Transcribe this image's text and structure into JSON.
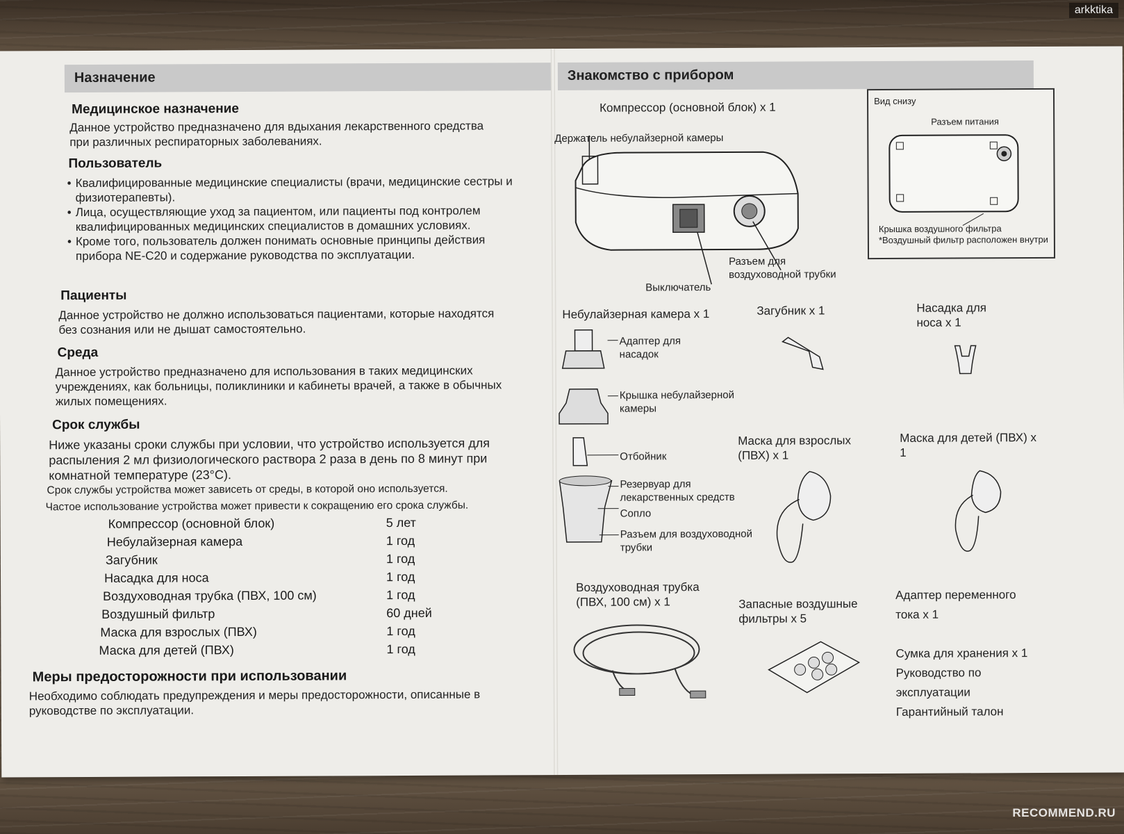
{
  "watermarks": {
    "top": "arkktika",
    "bottom": "RECOMMEND.RU"
  },
  "left": {
    "header": "Назначение",
    "medical": {
      "title": "Медицинское назначение",
      "text": "Данное устройство предназначено для вдыхания лекарственного средства при различных респираторных заболеваниях."
    },
    "user": {
      "title": "Пользователь",
      "bullets": [
        "Квалифицированные медицинские специалисты (врачи, медицинские сестры и физиотерапевты).",
        "Лица, осуществляющие уход за пациентом, или пациенты под контролем квалифицированных медицинских специалистов в домашних условиях.",
        "Кроме того, пользователь должен понимать основные принципы действия прибора NE-C20 и содержание руководства по эксплуатации."
      ]
    },
    "patients": {
      "title": "Пациенты",
      "text": "Данное устройство не должно использоваться пациентами, которые находятся без сознания или не дышат самостоятельно."
    },
    "env": {
      "title": "Среда",
      "text": "Данное устройство предназначено для использования в таких медицинских учреждениях, как больницы, поликлиники и кабинеты врачей, а также в обычных жилых помещениях."
    },
    "life": {
      "title": "Срок службы",
      "text": "Ниже указаны сроки службы при условии, что устройство используется для распыления 2 мл физиологического раствора 2 раза в день по 8 минут при комнатной температуре (23°C).",
      "note1": "Срок службы устройства может зависеть от среды, в которой оно используется.",
      "note2": "Частое использование устройства может привести к сокращению его срока службы.",
      "rows": [
        {
          "item": "Компрессор (основной блок)",
          "period": "5 лет"
        },
        {
          "item": "Небулайзерная камера",
          "period": "1 год"
        },
        {
          "item": "Загубник",
          "period": "1 год"
        },
        {
          "item": "Насадка для носа",
          "period": "1 год"
        },
        {
          "item": "Воздуховодная трубка (ПВХ, 100 см)",
          "period": "1 год"
        },
        {
          "item": "Воздушный фильтр",
          "period": "60 дней"
        },
        {
          "item": "Маска для взрослых (ПВХ)",
          "period": "1 год"
        },
        {
          "item": "Маска для детей (ПВХ)",
          "period": "1 год"
        }
      ]
    },
    "precautions": {
      "title": "Меры предосторожности при использовании",
      "text": "Необходимо соблюдать предупреждения и меры предосторожности, описанные в руководстве по эксплуатации."
    }
  },
  "right": {
    "header": "Знакомство с прибором",
    "compressor": "Компрессор (основной блок) x 1",
    "holder": "Держатель небулайзерной камеры",
    "switch": "Выключатель",
    "air_port": "Разъем для воздуховодной трубки",
    "bottom_view": {
      "title": "Вид снизу",
      "power": "Разъем питания",
      "filter_cover": "Крышка воздушного фильтра",
      "filter_note": "*Воздушный фильтр расположен внутри"
    },
    "nebulizer": {
      "title": "Небулайзерная камера x 1",
      "adapter": "Адаптер для насадок",
      "cover": "Крышка небулайзерной камеры",
      "baffle": "Отбойник",
      "reservoir": "Резервуар для лекарственных средств",
      "nozzle": "Сопло",
      "tube_port": "Разъем для воздуховодной трубки"
    },
    "mouthpiece": "Загубник x 1",
    "nose": "Насадка для носа x 1",
    "adult_mask": "Маска для взрослых (ПВХ) x 1",
    "child_mask": "Маска для детей (ПВХ) x 1",
    "tube": "Воздуховодная трубка (ПВХ, 100 см) x 1",
    "spare_filters": "Запасные воздушные фильтры x 5",
    "accessories": [
      "Адаптер переменного тока x 1",
      "Сумка для хранения x 1",
      "Руководство по эксплуатации",
      "Гарантийный талон"
    ]
  }
}
